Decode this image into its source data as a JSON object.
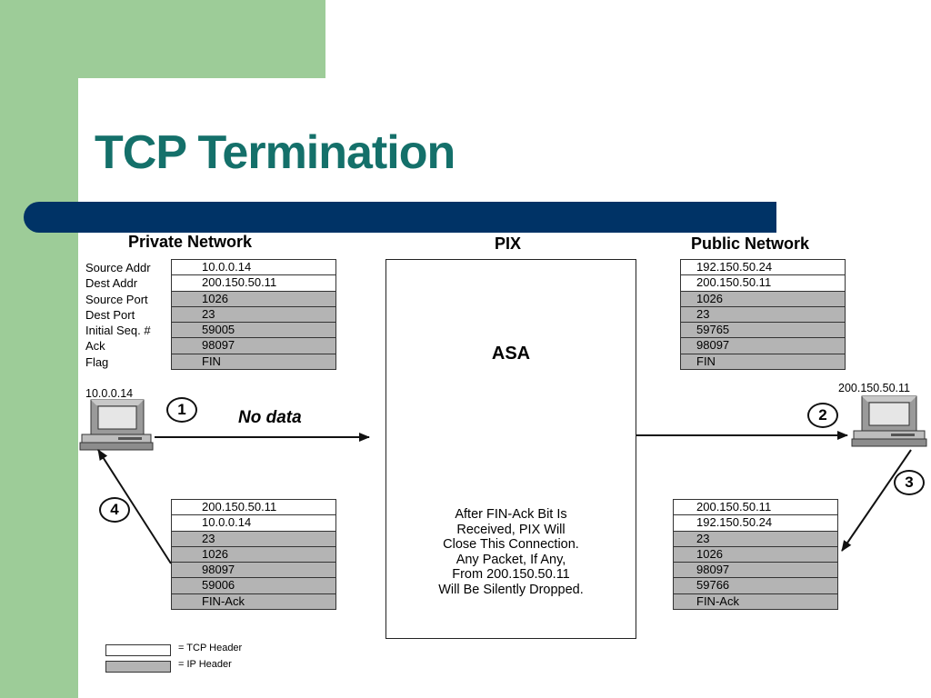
{
  "title": "TCP Termination",
  "headings": {
    "private": "Private Network",
    "pix": "PIX",
    "public": "Public Network"
  },
  "field_labels": [
    "Source Addr",
    "Dest Addr",
    "Source Port",
    "Dest Port",
    "Initial Seq. #",
    "Ack",
    "Flag"
  ],
  "packets": {
    "p1": [
      "10.0.0.14",
      "200.150.50.11",
      "1026",
      "23",
      "59005",
      "98097",
      "FIN"
    ],
    "p2": [
      "192.150.50.24",
      "200.150.50.11",
      "1026",
      "23",
      "59765",
      "98097",
      "FIN"
    ],
    "p3": [
      "200.150.50.11",
      "192.150.50.24",
      "23",
      "1026",
      "98097",
      "59766",
      "FIN-Ack"
    ],
    "p4": [
      "200.150.50.11",
      "10.0.0.14",
      "23",
      "1026",
      "98097",
      "59006",
      "FIN-Ack"
    ]
  },
  "hosts": {
    "private_ip": "10.0.0.14",
    "public_ip": "200.150.50.11"
  },
  "pix_box": {
    "label": "ASA",
    "note": [
      "After FIN-Ack Bit Is",
      "Received, PIX Will",
      "Close This Connection.",
      "Any Packet, If Any,",
      "From 200.150.50.11",
      "Will Be Silently Dropped."
    ]
  },
  "steps": [
    "1",
    "2",
    "3",
    "4"
  ],
  "no_data": "No data",
  "legend": {
    "tcp": "= TCP Header",
    "ip": "= IP Header"
  },
  "colors": {
    "green": "#9dcc98",
    "title": "#14706a",
    "bar": "#003366",
    "ip_header": "#b4b4b4"
  }
}
